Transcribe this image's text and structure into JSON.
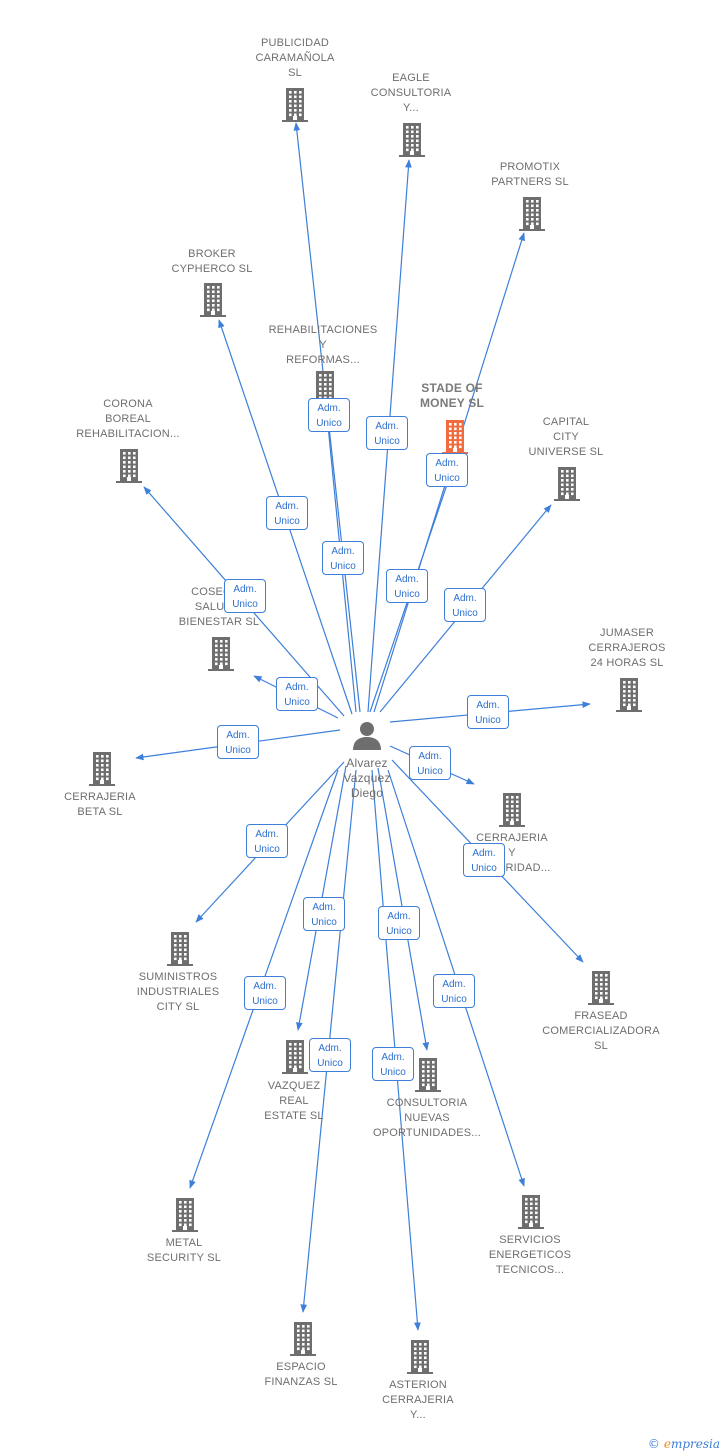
{
  "center": {
    "label": "Alvarez\nVazquez\nDiego",
    "icon": "person-icon"
  },
  "edge_label": {
    "line1": "Adm.",
    "line2": "Unico"
  },
  "colors": {
    "edge": "#3d7fd9",
    "company": "#6e6e6e",
    "highlight": "#f26a3d"
  },
  "companies": [
    {
      "label": "PUBLICIDAD\nCARAMAÑOLA\nSL"
    },
    {
      "label": "EAGLE\nCONSULTORIA\nY..."
    },
    {
      "label": "PROMOTIX\nPARTNERS  SL"
    },
    {
      "label": "BROKER\nCYPHERCO  SL"
    },
    {
      "label": "REHABILITACIONES\nY\nREFORMAS..."
    },
    {
      "label": "STADE OF\nMONEY  SL",
      "highlight": true
    },
    {
      "label": "CAPITAL\nCITY\nUNIVERSE  SL"
    },
    {
      "label": "CORONA\nBOREAL\nREHABILITACION..."
    },
    {
      "label": "COSECHA\nSALUD Y\nBIENESTAR  SL"
    },
    {
      "label": "JUMASER\nCERRAJEROS\n24 HORAS  SL"
    },
    {
      "label": "CERRAJERIA\nBETA  SL"
    },
    {
      "label": "CERRAJERIA\nY\nSEGURIDAD..."
    },
    {
      "label": "SUMINISTROS\nINDUSTRIALES\nCITY  SL"
    },
    {
      "label": "FRASEAD\nCOMERCIALIZADORA\nSL"
    },
    {
      "label": "VAZQUEZ\nREAL\nESTATE  SL"
    },
    {
      "label": "CONSULTORIA\nNUEVAS\nOPORTUNIDADES..."
    },
    {
      "label": "METAL\nSECURITY  SL"
    },
    {
      "label": "SERVICIOS\nENERGETICOS\nTECNICOS..."
    },
    {
      "label": "ESPACIO\nFINANZAS  SL"
    },
    {
      "label": "ASTERION\nCERRAJERIA\nY..."
    }
  ],
  "brand": {
    "copyright": "©",
    "first": "e",
    "rest": "mpresia"
  }
}
